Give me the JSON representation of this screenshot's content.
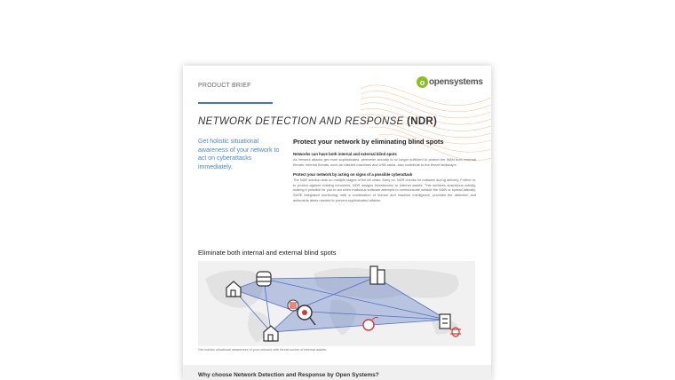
{
  "doc": {
    "eyebrow": "PRODUCT BRIEF",
    "logo": {
      "mark": "o",
      "text": "opensystems"
    },
    "title_main": "NETWORK DETECTION AND RESPONSE",
    "title_abbr": "(NDR)",
    "lead": "Get holistic situational awareness of your network to act on cyberattacks immediately.",
    "section_heading": "Protect your network by eliminating blind spots",
    "blocks": [
      {
        "heading": "Networks can have both internal and external blind spots",
        "body": "As network attacks get more sophisticated, perimeter security is no longer sufficient to protect the WAN from external threats. Internal threats, such as infected machines and USB sticks, also contribute to the threat landscape."
      },
      {
        "heading": "Protect your network by acting on signs of a possible cyberattack",
        "body": "The NDR solution acts on multiple stages of the kill chain. Early on, NDR checks for malware during delivery. Further in, to protect against existing intrusions, NDR assigns threatscores to internal assets. This surfaces suspicious activity, making it possible for you to act when malicious software attempts to communicate outside the WAN or spread laterally. SASE integrated monitoring, with a combination of human and machine intelligence, provides the detection and actionable alerts needed to prevent sophisticated attacks."
      }
    ],
    "map_title": "Eliminate both internal and external blind spots",
    "map_caption": "Get holistic situational awareness of your network with threat scores of internal assets.",
    "footer_title": "Why choose Network Detection and Response by Open Systems?"
  },
  "colors": {
    "accent_blue": "#3a78c5",
    "lead_blue": "#4a86c8",
    "logo_green": "#8cbf26",
    "network_fill": "#4f6fc4",
    "threat_red": "#d33a2a",
    "wave_orange": "#f0b070"
  },
  "map_icons": [
    "home-icon",
    "database-icon",
    "office-building-icon",
    "malware-icon",
    "bug-search-icon",
    "bomb-icon",
    "home-icon",
    "server-icon",
    "bug-icon"
  ]
}
